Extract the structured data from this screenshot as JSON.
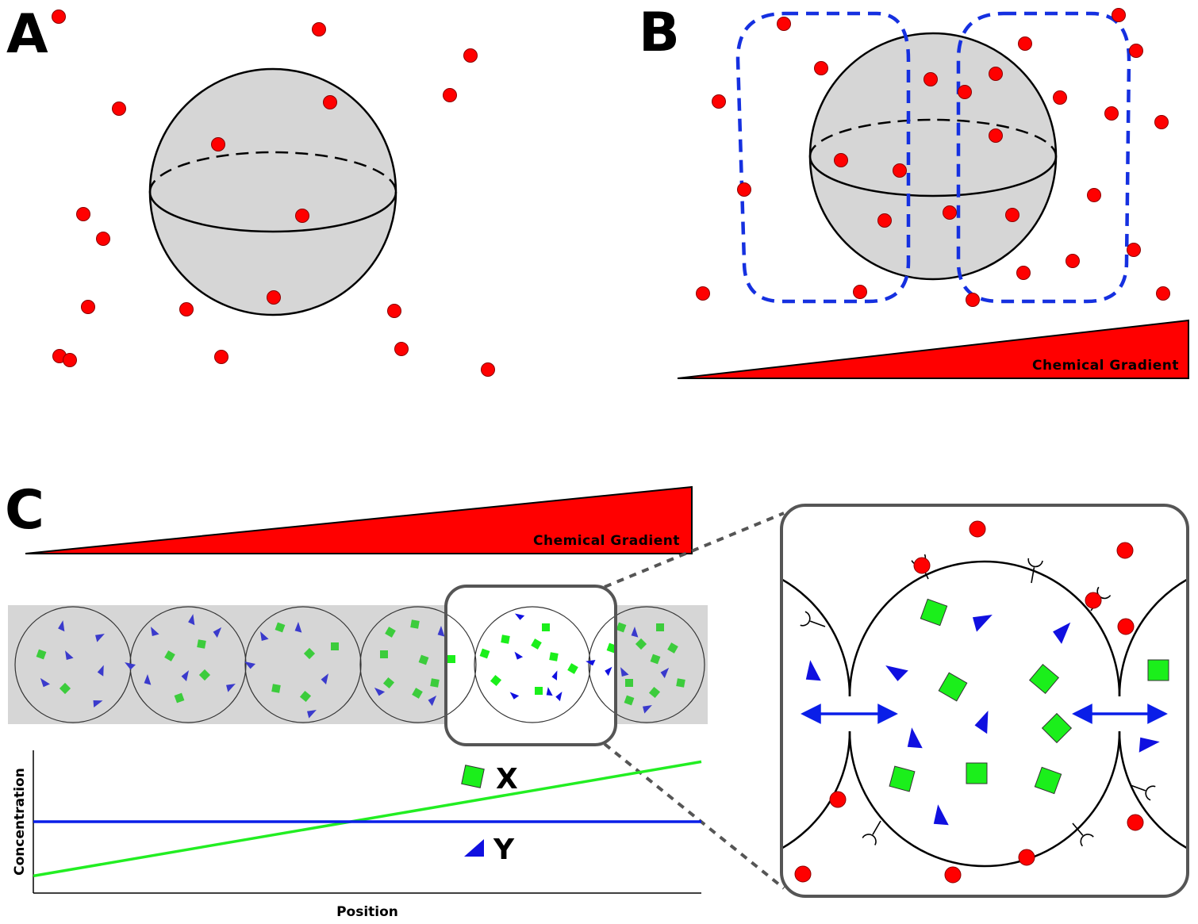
{
  "panels": {
    "a": "A",
    "b": "B",
    "c": "C"
  },
  "gradient_label_b": "Chemical Gradient",
  "gradient_label_c": "Chemical Gradient",
  "plot": {
    "xlabel": "Position",
    "ylabel": "Concentration"
  },
  "legend": {
    "x": "X",
    "y": "Y"
  },
  "colors": {
    "particle": "#ff0000",
    "particle_stroke": "#8a0000",
    "cell_fill": "#d6d6d6",
    "gradient": "#ff0000",
    "dashed_boundary": "#1530e0",
    "molecule_x": "#1bef1b",
    "molecule_y": "#1010e0",
    "line_x": "#22ee22",
    "line_y": "#0a1ee8",
    "zoom_box": "#555555"
  },
  "chart_data": {
    "type": "line",
    "title": "",
    "xlabel": "Position",
    "ylabel": "Concentration",
    "series": [
      {
        "name": "X",
        "x": [
          0,
          1
        ],
        "y": [
          0.12,
          0.92
        ]
      },
      {
        "name": "Y",
        "x": [
          0,
          1
        ],
        "y": [
          0.5,
          0.5
        ]
      }
    ],
    "xlim": [
      0,
      1
    ],
    "ylim": [
      0,
      1
    ],
    "grid": false
  }
}
